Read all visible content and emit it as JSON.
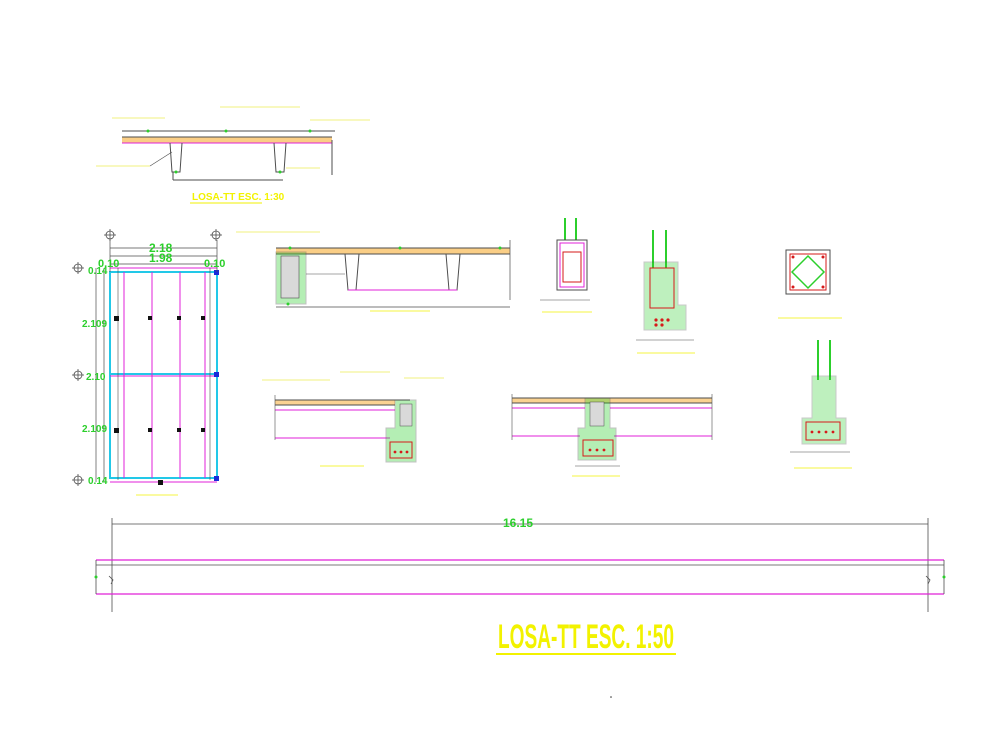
{
  "colors": {
    "background": "#ffffff",
    "line": "#4d4d4d",
    "magenta": "#e020d8",
    "green": "#2ccf2c",
    "yellow": "#f2f200",
    "red": "#d61a1a",
    "cyan": "#22c8e8",
    "concrete": "#d9d9d9",
    "orange": "#f5a623"
  },
  "main_title": "LOSA-TT ESC. 1:50",
  "long_span_dimension": "16.15",
  "section_losa_tt": {
    "title": "LOSA-TT ESC. 1:30"
  },
  "plan": {
    "dim_top_outer": "2.18",
    "dim_top_inner": "1.98",
    "dim_edge_left": "0.10",
    "dim_edge_right": "0.10",
    "dim_row1": "0.14",
    "dim_row2": "2.109",
    "dim_row3": "2.10",
    "dim_row4": "2.109",
    "dim_row5": "0.14"
  }
}
